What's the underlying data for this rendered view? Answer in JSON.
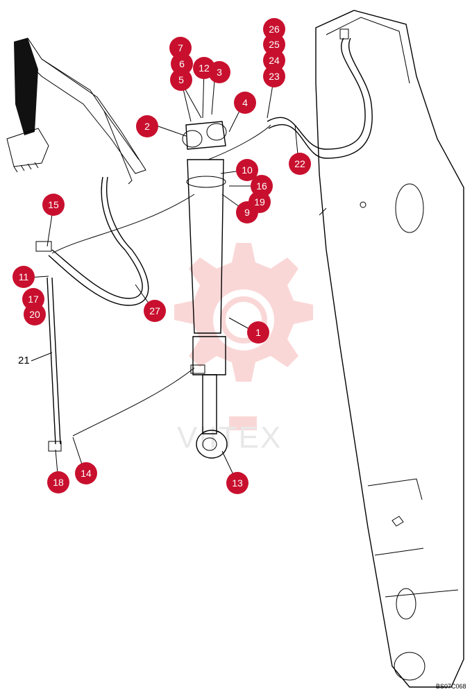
{
  "watermark_text": "VIITEX",
  "reference_code": "BS07C068",
  "plain_label": "21",
  "colors": {
    "callout_fill": "#c8102e",
    "callout_text": "#ffffff",
    "watermark": "#f2b8b8"
  },
  "callouts": [
    "1",
    "2",
    "3",
    "4",
    "5",
    "6",
    "7",
    "9",
    "10",
    "11",
    "12",
    "13",
    "14",
    "15",
    "16",
    "17",
    "18",
    "19",
    "20",
    "22",
    "23",
    "24",
    "25",
    "26",
    "27"
  ]
}
